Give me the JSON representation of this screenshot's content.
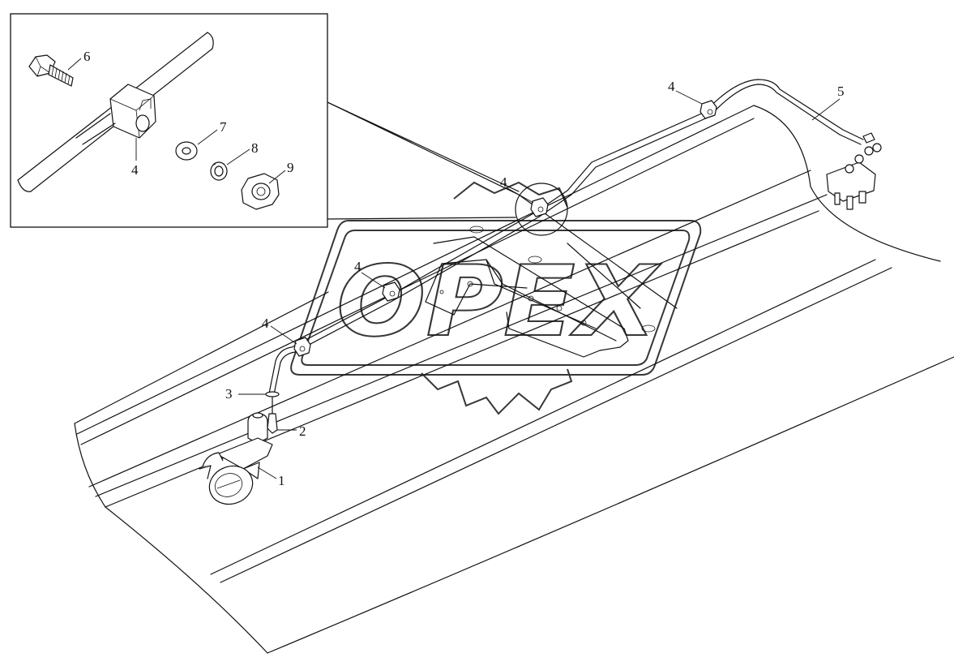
{
  "watermark": {
    "text": "OPEX"
  },
  "callouts": {
    "c1": "1",
    "c2": "2",
    "c3": "3",
    "c4a": "4",
    "c4b": "4",
    "c4c": "4",
    "c4d": "4",
    "c5": "5",
    "detail_c6": "6",
    "detail_c7": "7",
    "detail_c8": "8",
    "detail_c9": "9",
    "detail_c4": "4"
  }
}
